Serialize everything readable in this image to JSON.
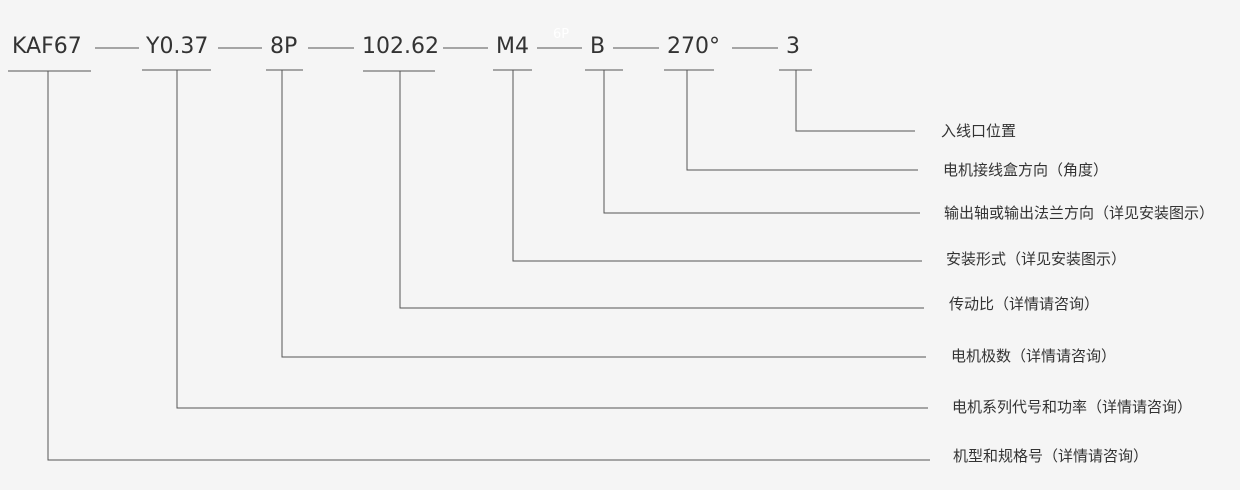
{
  "model_code": {
    "segments": [
      {
        "text": "KAF67"
      },
      {
        "text": "Y0.37"
      },
      {
        "text": "8P"
      },
      {
        "text": "102.62"
      },
      {
        "text": "M4"
      },
      {
        "text": "B"
      },
      {
        "text": "270°"
      },
      {
        "text": "3"
      }
    ],
    "superscript": "6P"
  },
  "descriptions": [
    {
      "label": "入线口位置",
      "segment": "3"
    },
    {
      "label": "电机接线盒方向（角度）",
      "segment": "270°"
    },
    {
      "label": "输出轴或输出法兰方向（详见安装图示）",
      "segment": "B"
    },
    {
      "label": "安装形式（详见安装图示）",
      "segment": "M4"
    },
    {
      "label": "传动比（详情请咨询）",
      "segment": "102.62"
    },
    {
      "label": "电机极数（详情请咨询）",
      "segment": "8P"
    },
    {
      "label": "电机系列代号和功率（详情请咨询）",
      "segment": "Y0.37"
    },
    {
      "label": "机型和规格号（详情请咨询）",
      "segment": "KAF67"
    }
  ]
}
